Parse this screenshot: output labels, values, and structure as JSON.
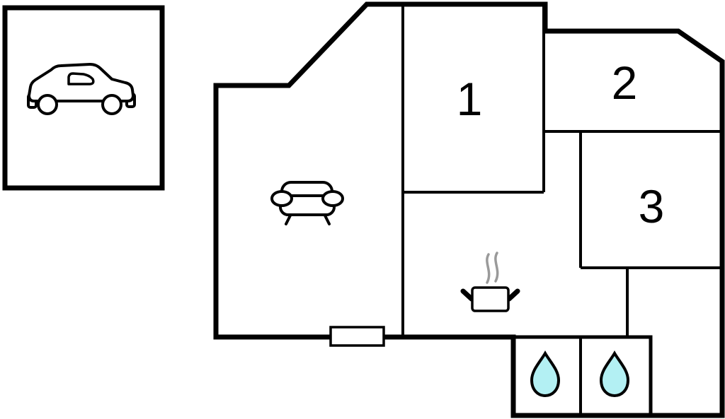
{
  "page": {
    "background": "#ffffff"
  },
  "colors": {
    "wall": "#000000",
    "water_fill": "#b3f0f3",
    "steam": "#9a9a9a"
  },
  "garage": {
    "area": "carport",
    "icon": "car-icon"
  },
  "rooms": [
    {
      "id": "room-1",
      "label": "1"
    },
    {
      "id": "room-2",
      "label": "2"
    },
    {
      "id": "room-3",
      "label": "3"
    }
  ],
  "fixtures": [
    {
      "icon": "sofa-icon",
      "area": "living-room"
    },
    {
      "icon": "stove-icon",
      "area": "kitchen"
    },
    {
      "icon": "water-drop-icon",
      "area": "bath-left"
    },
    {
      "icon": "water-drop-icon",
      "area": "bath-right"
    },
    {
      "icon": "window-marker",
      "area": "south-wall-entrance"
    }
  ]
}
